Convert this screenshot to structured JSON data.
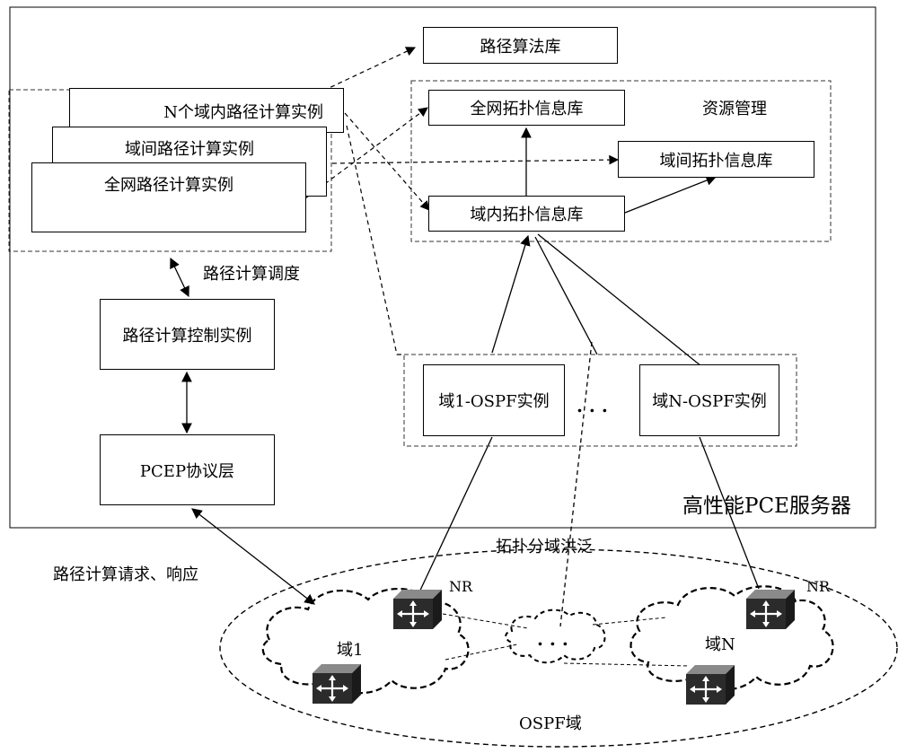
{
  "server": {
    "title": "高性能PCE服务器"
  },
  "algorithm_library": "路径算法库",
  "instances": {
    "intra_domain": "N个域内路径计算实例",
    "inter_domain": "域间路径计算实例",
    "full_network": "全网路径计算实例"
  },
  "resource_management": {
    "title": "资源管理",
    "full_topology_db": "全网拓扑信息库",
    "inter_topology_db": "域间拓扑信息库",
    "intra_topology_db": "域内拓扑信息库"
  },
  "scheduling_label": "路径计算调度",
  "control_instance": "路径计算控制实例",
  "pcep_layer": "PCEP协议层",
  "ospf_instances": {
    "domain1": "域1-OSPF实例",
    "ellipsis": ". . .",
    "domainN": "域N-OSPF实例"
  },
  "request_label": "路径计算请求、响应",
  "flood_label": "拓扑分域洪泛",
  "network": {
    "domain1": "域1",
    "domainN": "域N",
    "middle_ellipsis": ". . .",
    "nr_left": "NR",
    "nr_right": "NR",
    "ospf_domain": "OSPF域"
  }
}
